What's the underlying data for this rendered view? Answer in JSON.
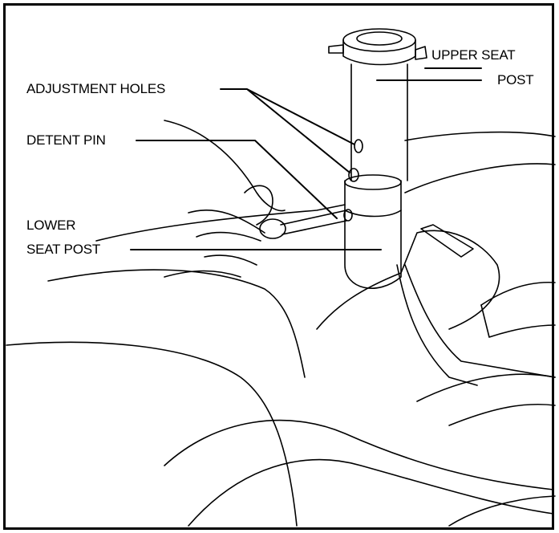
{
  "labels": {
    "upper_seat_post": [
      "UPPER SEAT",
      "POST"
    ],
    "adjustment_holes": "ADJUSTMENT HOLES",
    "detent_pin": "DETENT PIN",
    "lower_seat_post": [
      "LOWER",
      "SEAT POST"
    ]
  },
  "colors": {
    "line": "#000000",
    "background": "#ffffff"
  }
}
